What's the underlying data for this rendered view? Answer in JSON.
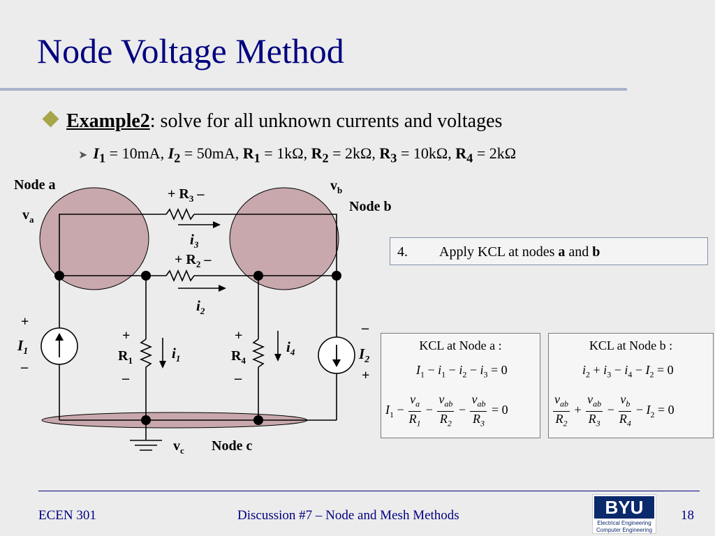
{
  "title": "Node Voltage Method",
  "bullet": {
    "label": "Example2",
    "text": ": solve for all unknown currents and voltages"
  },
  "params": {
    "I1": "10mA",
    "I2": "50mA",
    "R1": "1kΩ",
    "R2": "2kΩ",
    "R3": "10kΩ",
    "R4": "2kΩ"
  },
  "circuit": {
    "node_a": "Node a",
    "node_b": "Node b",
    "node_c": "Node c",
    "va": "v",
    "va_sub": "a",
    "vb": "v",
    "vb_sub": "b",
    "vc": "v",
    "vc_sub": "c",
    "R1": "R",
    "R2": "R",
    "R3": "R",
    "R4": "R",
    "i1": "i",
    "i2": "i",
    "i3": "i",
    "i4": "i",
    "I1": "I",
    "I2": "I",
    "plus": "+",
    "minus": "–"
  },
  "step": {
    "number": "4.",
    "text_before": "Apply KCL at nodes ",
    "a": "a",
    "and": " and ",
    "b": "b"
  },
  "kcl_a": {
    "header": "KCL at Node a :"
  },
  "kcl_b": {
    "header": "KCL at Node b :"
  },
  "footer": {
    "course": "ECEN 301",
    "topic": "Discussion #7 – Node and Mesh Methods",
    "page": "18",
    "logo_brand": "BYU",
    "logo_line1": "Electrical Engineering",
    "logo_line2": "Computer Engineering"
  }
}
